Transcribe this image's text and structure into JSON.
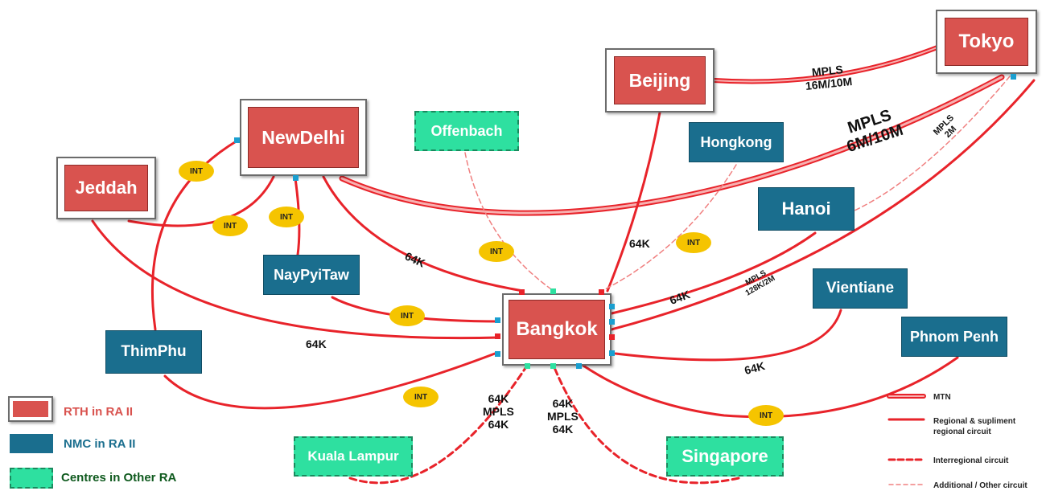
{
  "nodes": {
    "tokyo": "Tokyo",
    "beijing": "Beijing",
    "newdelhi": "NewDelhi",
    "jeddah": "Jeddah",
    "offenbach": "Offenbach",
    "hongkong": "Hongkong",
    "hanoi": "Hanoi",
    "naypyitaw": "NayPyiTaw",
    "vientiane": "Vientiane",
    "phnompenh": "Phnom Penh",
    "thimphu": "ThimPhu",
    "bangkok": "Bangkok",
    "kualalampur": "Kuala Lampur",
    "singapore": "Singapore"
  },
  "labels": {
    "beijing_tokyo": "MPLS\n16M/10M",
    "newdelhi_tokyo": "MPLS\n6M/10M",
    "tokyo_bangkok_dashed": "MPLS\n2M",
    "beijing_bangkok": "64K",
    "newdelhi_bangkok": "64K",
    "jeddah_bangkok": "64K",
    "hanoi_bangkok": "64K",
    "tokyo_bangkok": "MPLS\n128K/2M",
    "vientiane_bangkok": "64K",
    "kl_bangkok": "64K\nMPLS\n64K",
    "sg_bangkok": "64K\nMPLS\n64K",
    "int": "INT"
  },
  "legend": {
    "rth": "RTH in RA II",
    "nmc": "NMC in RA II",
    "other": "Centres in Other RA",
    "mtn": "MTN",
    "regional": "Regional & supliment\nregional circuit",
    "interregional": "Interregional circuit",
    "additional": "Additional / Other circuit"
  },
  "colors": {
    "rth": "#d9534f",
    "nmc": "#1a6e8e",
    "other": "#2ee0a0",
    "circuit": "#e8232a",
    "int": "#f5c400"
  }
}
